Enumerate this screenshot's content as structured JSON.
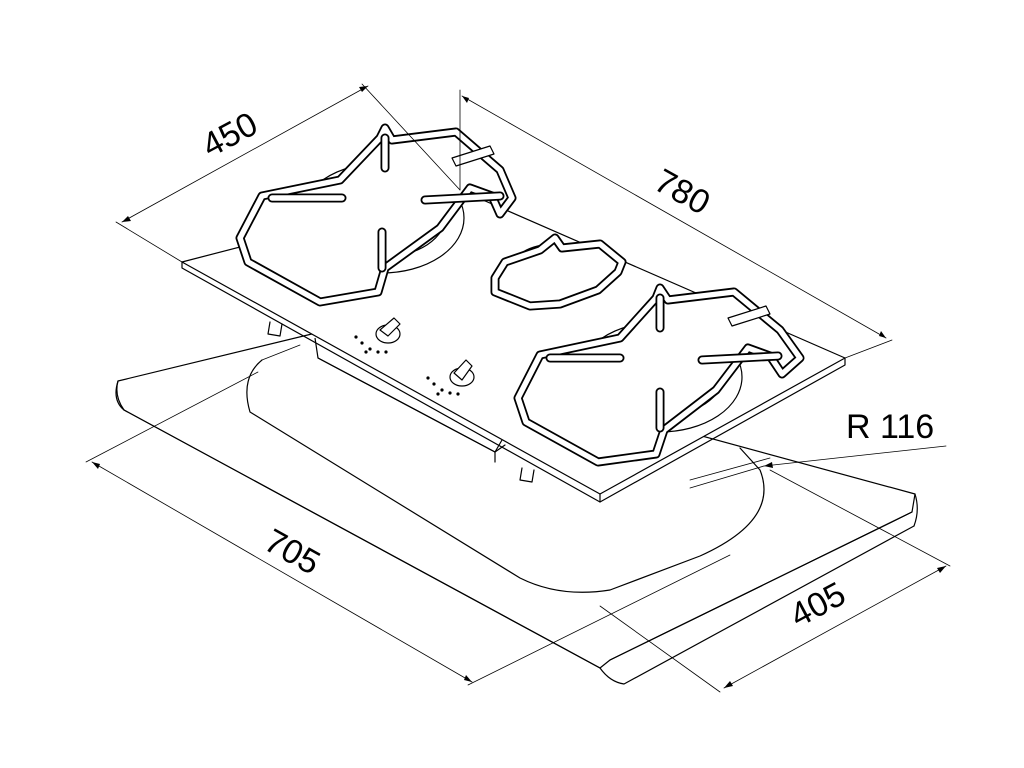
{
  "dimensions": {
    "hob_depth": "450",
    "hob_width": "780",
    "cutout_width": "705",
    "cutout_depth": "405",
    "corner_radius": "R 116"
  },
  "colors": {
    "line": "#000000",
    "background": "#ffffff"
  }
}
